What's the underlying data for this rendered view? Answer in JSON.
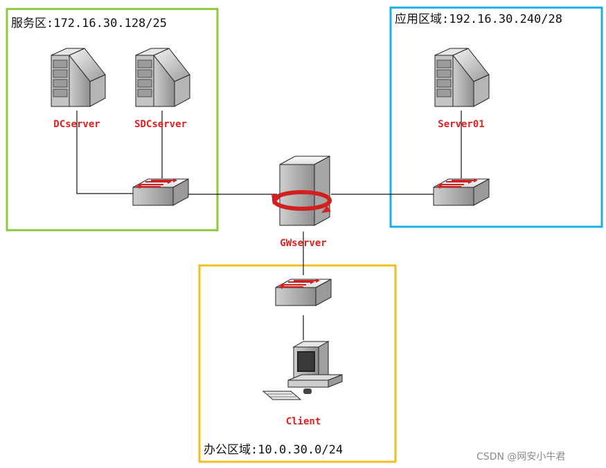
{
  "zones": {
    "service": {
      "title": "服务区:172.16.30.128/25",
      "color": "#8cc63f"
    },
    "application": {
      "title": "应用区域:192.16.30.240/28",
      "color": "#1aaee5"
    },
    "office": {
      "title": "办公区域:10.0.30.0/24",
      "color": "#f2bd1d"
    }
  },
  "devices": {
    "dcserver": {
      "label": "DCserver",
      "icon": "server-icon"
    },
    "sdcserver": {
      "label": "SDCserver",
      "icon": "server-icon"
    },
    "server01": {
      "label": "Server01",
      "icon": "server-icon"
    },
    "gwserver": {
      "label": "GWserver",
      "icon": "gateway-server-icon"
    },
    "client": {
      "label": "Client",
      "icon": "workstation-icon"
    },
    "switches": [
      {
        "icon": "switch-icon",
        "zone": "service"
      },
      {
        "icon": "switch-icon",
        "zone": "application"
      },
      {
        "icon": "switch-icon",
        "zone": "office"
      }
    ]
  },
  "colors": {
    "label_red": "#e1201f"
  },
  "watermark": "CSDN @网安小牛君"
}
